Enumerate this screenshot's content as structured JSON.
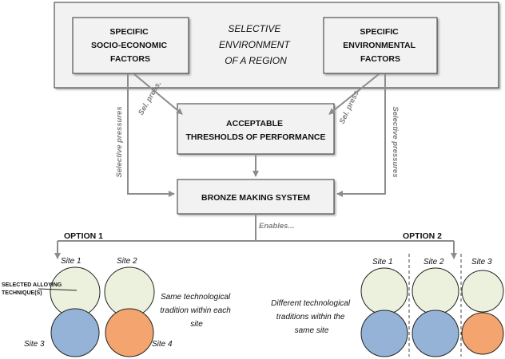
{
  "region": {
    "label_lines": [
      "SELECTIVE",
      "ENVIRONMENT",
      "OF A REGION"
    ],
    "left_box_lines": [
      "SPECIFIC",
      "SOCIO-ECONOMIC",
      "FACTORS"
    ],
    "right_box_lines": [
      "SPECIFIC",
      "ENVIRONMENTAL",
      "FACTORS"
    ]
  },
  "thresholds_lines": [
    "ACCEPTABLE",
    "THRESHOLDS OF PERFORMANCE"
  ],
  "system_label": "BRONZE MAKING SYSTEM",
  "arrow_labels": {
    "sel_press_left": "Sel. press.",
    "sel_press_right": "Sel. press.",
    "selective_left": "Selective pressures",
    "selective_right": "Selective pressures",
    "enables": "Enables..."
  },
  "option1": {
    "title": "OPTION 1",
    "sites": [
      "Site 1",
      "Site 2",
      "Site 3",
      "Site 4"
    ],
    "callout_lines": [
      "SELECTED ALLOYING",
      "TECHNIQUE(S)"
    ],
    "description_lines": [
      "Same technological",
      "tradition within each",
      "site"
    ]
  },
  "option2": {
    "title": "OPTION 2",
    "sites": [
      "Site 1",
      "Site 2",
      "Site 3"
    ],
    "description_lines": [
      "Different technological",
      "traditions within the",
      "same site"
    ]
  },
  "colors": {
    "arrow": "#8c8c8c",
    "box_fill": "#f2f2f2",
    "circle_green": "#ebf1dd",
    "circle_blue": "#95b3d7",
    "circle_orange": "#f4a46e"
  }
}
